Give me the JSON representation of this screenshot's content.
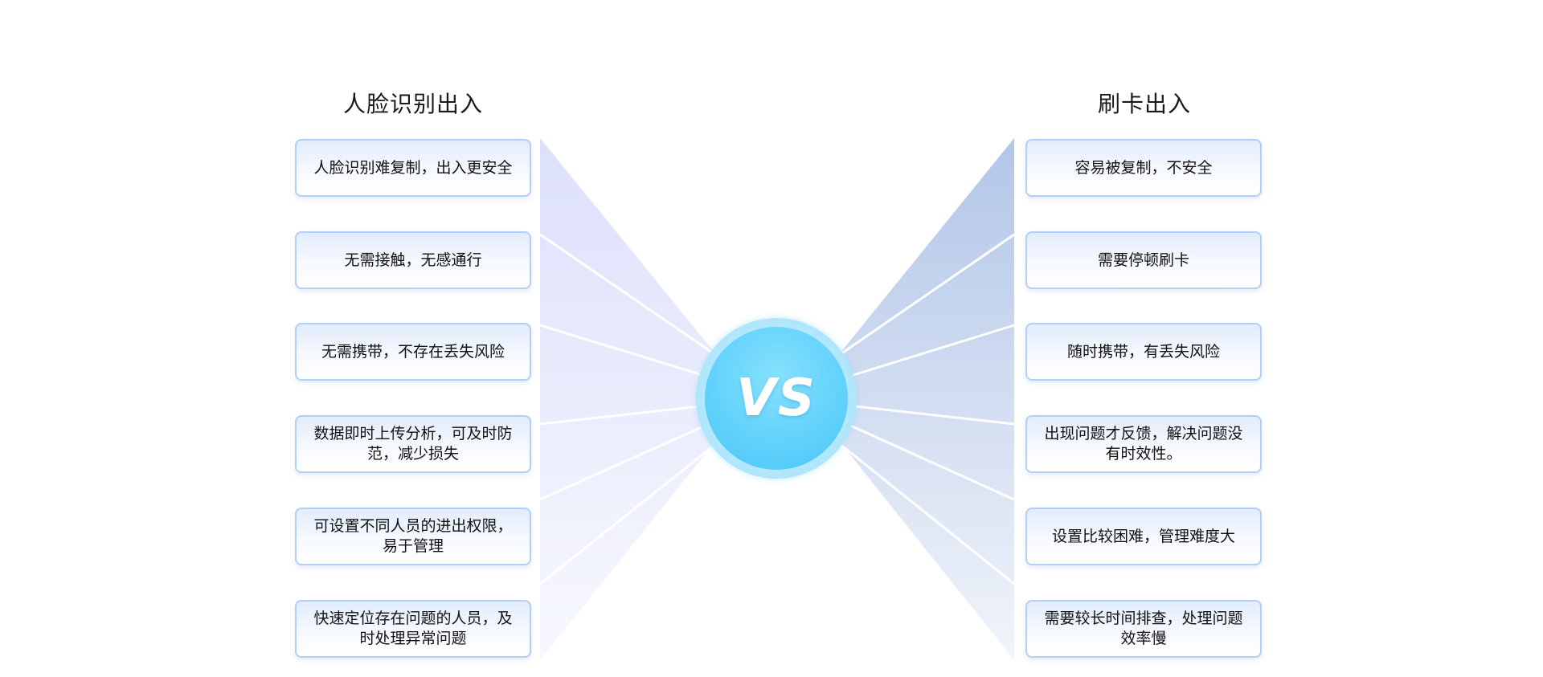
{
  "left": {
    "title": "人脸识别出入",
    "items": [
      {
        "text": "人脸识别难复制，出入更安全"
      },
      {
        "text": "无需接触，无感通行"
      },
      {
        "text": "无需携带，不存在丢失风险"
      },
      {
        "text": "数据即时上传分析，可及时防范，减少损失"
      },
      {
        "text": "可设置不同人员的进出权限，易于管理"
      },
      {
        "text": "快速定位存在问题的人员，及时处理异常问题"
      }
    ]
  },
  "right": {
    "title": "刷卡出入",
    "items": [
      {
        "text": "容易被复制，不安全"
      },
      {
        "text": "需要停顿刷卡"
      },
      {
        "text": "随时携带，有丢失风险"
      },
      {
        "text": "出现问题才反馈，解决问题没有时效性。"
      },
      {
        "text": "设置比较困难，管理难度大"
      },
      {
        "text": "需要较长时间排查，处理问题效率慢"
      }
    ]
  },
  "center": {
    "label": "VS"
  },
  "colors": {
    "left_fan": "#dfe2fb",
    "right_fan": "#b4c8e8",
    "card_border": "#b3cff5",
    "vs_core": "#5fd0fa"
  }
}
